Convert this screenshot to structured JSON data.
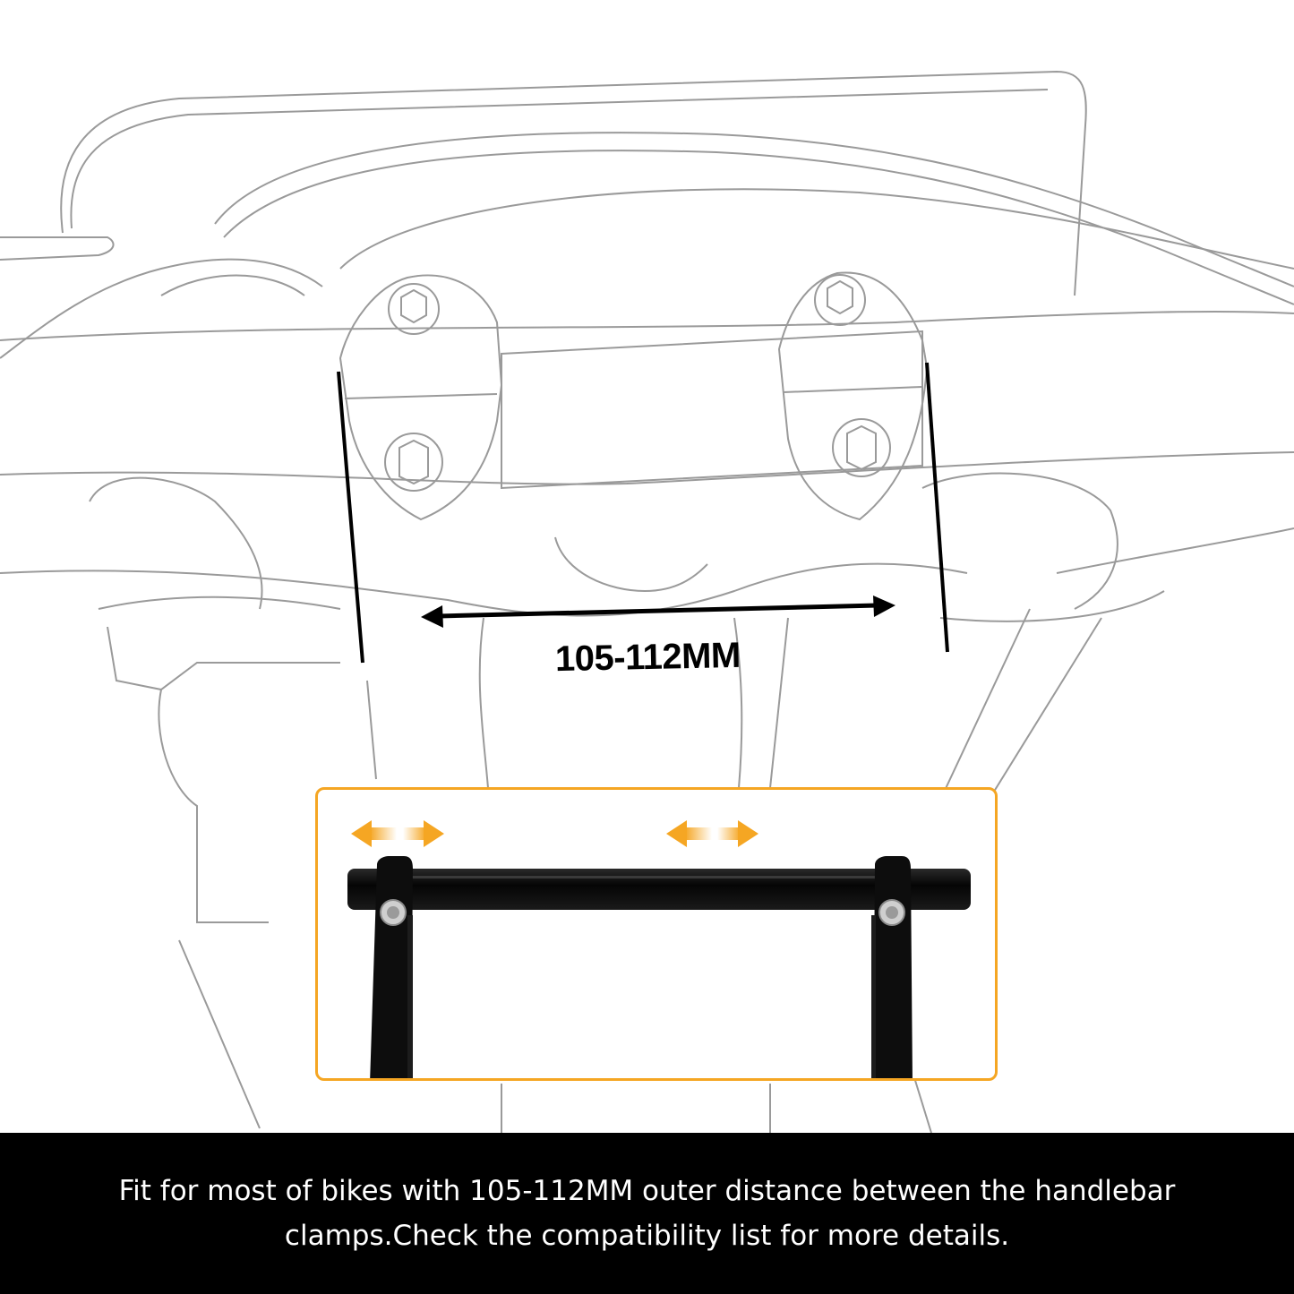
{
  "diagram": {
    "subject": "motorcycle handlebar clamp area with crossbar mount",
    "dimension": {
      "label": "105-112MM",
      "measured": "outer distance between the handlebar clamps"
    },
    "inset": {
      "description": "black crossbar with two adjustable clamp arms",
      "arrows": [
        "adjust-left-right-arrow",
        "adjust-left-right-arrow"
      ],
      "accent_color": "#f5a623"
    }
  },
  "caption": {
    "text": "Fit for most of bikes with 105-112MM outer distance between the handlebar clamps.Check the compatibility list for more details.",
    "background": "#000000",
    "color": "#ffffff"
  }
}
